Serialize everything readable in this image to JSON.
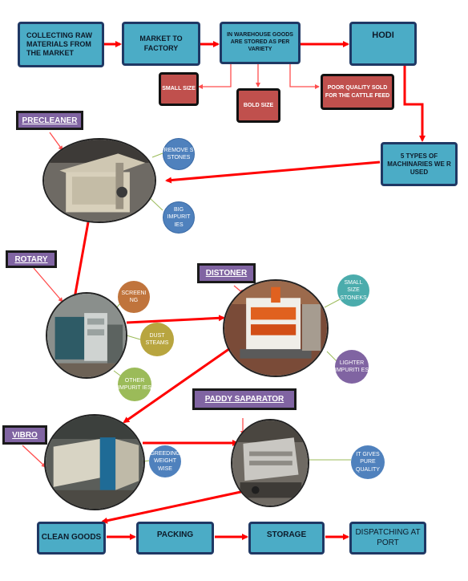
{
  "flow": {
    "collect": "COLLECTING RAW MATERIALS FROM THE MARKET",
    "market": "MARKET TO FACTORY",
    "warehouse": "IN WAREHOUSE GOODS ARE STORED AS PER VARIETY",
    "hodi": "HODI",
    "machinery": "5 TYPES OF MACHINARIES WE R USED"
  },
  "varieties": {
    "small": "SMALL SIZE",
    "bold": "BOLD SIZE",
    "poor": "POOR QUALITY SOLD FOR THE CATTLE FEED"
  },
  "machines": {
    "precleaner": "PRECLEANER",
    "rotary": "ROTARY",
    "distoner": "DISTONER",
    "paddy": "PADDY SAPARATOR",
    "vibro": "VIBRO"
  },
  "circles": {
    "removes_stones": "REMOVE S STONES",
    "big_impurities": "BIG IMPURIT IES",
    "screening": "SCREENI NG",
    "dust_steams": "DUST STEAMS",
    "other_impurities": "OTHER IMPURIT IES",
    "small_stones": "SMALL SIZE STONEKS",
    "lighter_impurities": "LIGHTER IMPURITI ES",
    "greeding": "GREEDING WEIGHT WISE",
    "pure_quality": "IT GIVES PURE QUALITY"
  },
  "bottom": {
    "clean": "CLEAN GOODS",
    "packing": "PACKING",
    "storage": "STORAGE",
    "dispatch": "DISPATCHING AT PORT"
  },
  "colors": {
    "box_fill": "#4bacc6",
    "box_border": "#1f3864",
    "variety_fill": "#c0504d",
    "label_fill": "#8064a2",
    "arrow": "#ff0000",
    "circle_blue": "#4f81bd",
    "circle_orange": "#c0743c",
    "circle_olive": "#b8a53f",
    "circle_green": "#9bbb59",
    "circle_teal": "#4bacac"
  }
}
